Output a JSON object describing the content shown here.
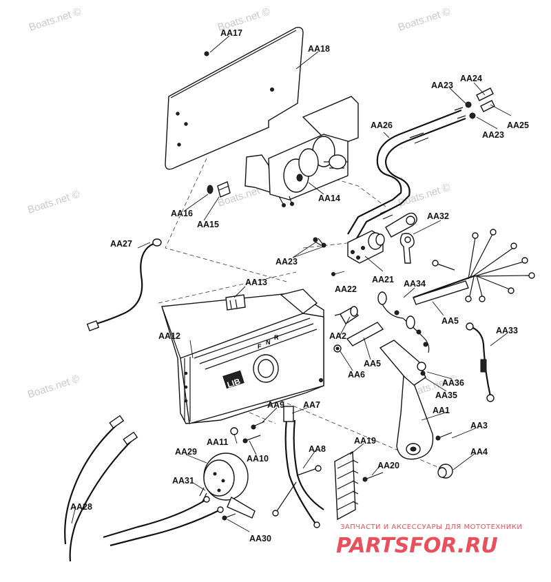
{
  "watermarks": [
    "Boats.net ©",
    "Boats.net ©",
    "Boats.net ©",
    "Boats.net ©",
    "Boats.net ©",
    "Boats.net ©",
    "Boats.net ©",
    "Boats.net ©"
  ],
  "part_labels": {
    "AA1": "AA1",
    "AA2": "AA2",
    "AA3": "AA3",
    "AA4": "AA4",
    "AA5a": "AA5",
    "AA5b": "AA5",
    "AA6": "AA6",
    "AA7": "AA7",
    "AA8": "AA8",
    "AA9": "AA9",
    "AA10": "AA10",
    "AA11": "AA11",
    "AA12": "AA12",
    "AA13": "AA13",
    "AA14": "AA14",
    "AA15": "AA15",
    "AA16": "AA16",
    "AA17": "AA17",
    "AA18": "AA18",
    "AA19": "AA19",
    "AA20": "AA20",
    "AA21": "AA21",
    "AA22": "AA22",
    "AA23a": "AA23",
    "AA23b": "AA23",
    "AA23c": "AA23",
    "AA24": "AA24",
    "AA25": "AA25",
    "AA26": "AA26",
    "AA27": "AA27",
    "AA28": "AA28",
    "AA29": "AA29",
    "AA30": "AA30",
    "AA31": "AA31",
    "AA32": "AA32",
    "AA33": "AA33",
    "AA34": "AA34",
    "AA35": "AA35",
    "AA36": "AA36"
  },
  "housing_markings": {
    "f": "F",
    "n": "N",
    "r": "R",
    "logo": "LIB"
  },
  "brand": {
    "tagline": "ЗАПЧАСТИ И АКСЕССУАРЫ ДЛЯ МОТОТЕХНИКИ",
    "name": "PARTSFOR.RU",
    "color": "#e8505b"
  }
}
